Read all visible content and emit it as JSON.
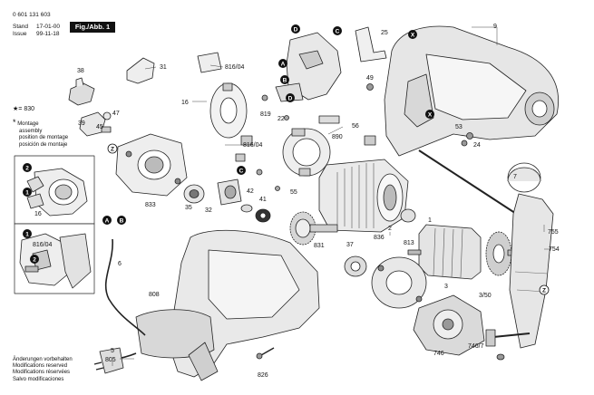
{
  "header": {
    "doc_number": "0 601 131 603",
    "stand_label": "Stand",
    "stand_value": "17-01-00",
    "issue_label": "Issue",
    "issue_value": "99-11-18",
    "figure_label": "Fig./Abb. 1"
  },
  "legend": {
    "star_830": "= 830",
    "montage": [
      "Montage",
      "assembly",
      "position de montage",
      "posición de montaje"
    ]
  },
  "footer_notes": [
    "Änderungen vorbehalten",
    "Modifications reserved",
    "Modifications réservées",
    "Salvo modificaciones"
  ],
  "part_labels": [
    {
      "id": "p38",
      "text": "38"
    },
    {
      "id": "p31",
      "text": "31"
    },
    {
      "id": "p816_04a",
      "text": "816/04"
    },
    {
      "id": "p16a",
      "text": "16"
    },
    {
      "id": "p25",
      "text": "25"
    },
    {
      "id": "p9",
      "text": "9"
    },
    {
      "id": "p49",
      "text": "49"
    },
    {
      "id": "p819",
      "text": "819"
    },
    {
      "id": "p22",
      "text": "22"
    },
    {
      "id": "p47",
      "text": "47"
    },
    {
      "id": "p39",
      "text": "39"
    },
    {
      "id": "p45",
      "text": "45"
    },
    {
      "id": "p816_04b",
      "text": "816/04"
    },
    {
      "id": "p56",
      "text": "56"
    },
    {
      "id": "p890",
      "text": "890"
    },
    {
      "id": "p53",
      "text": "53"
    },
    {
      "id": "p24",
      "text": "24"
    },
    {
      "id": "p7",
      "text": "7"
    },
    {
      "id": "p16b",
      "text": "16"
    },
    {
      "id": "p833",
      "text": "833"
    },
    {
      "id": "p35",
      "text": "35"
    },
    {
      "id": "p32",
      "text": "32"
    },
    {
      "id": "p42",
      "text": "42"
    },
    {
      "id": "p41",
      "text": "41"
    },
    {
      "id": "p55",
      "text": "55"
    },
    {
      "id": "p2",
      "text": "2"
    },
    {
      "id": "p1",
      "text": "1"
    },
    {
      "id": "p755",
      "text": "755"
    },
    {
      "id": "p754",
      "text": "754"
    },
    {
      "id": "p831",
      "text": "831"
    },
    {
      "id": "p37",
      "text": "37"
    },
    {
      "id": "p836",
      "text": "836"
    },
    {
      "id": "p813",
      "text": "813"
    },
    {
      "id": "p816_04c",
      "text": "816/04"
    },
    {
      "id": "p6",
      "text": "6"
    },
    {
      "id": "p808",
      "text": "808"
    },
    {
      "id": "p3",
      "text": "3"
    },
    {
      "id": "p3_50",
      "text": "3/50"
    },
    {
      "id": "p5",
      "text": "5"
    },
    {
      "id": "p805",
      "text": "805"
    },
    {
      "id": "p826",
      "text": "826"
    },
    {
      "id": "p746_7",
      "text": "746/7"
    },
    {
      "id": "p746",
      "text": "746"
    }
  ],
  "callouts": [
    {
      "id": "cA_top",
      "text": "A"
    },
    {
      "id": "cB_top",
      "text": "B"
    },
    {
      "id": "cC_top",
      "text": "C"
    },
    {
      "id": "cD_top",
      "text": "D"
    },
    {
      "id": "cC_mid",
      "text": "C"
    },
    {
      "id": "cD_mid",
      "text": "D"
    },
    {
      "id": "cZ_left",
      "text": "Z"
    },
    {
      "id": "cZ_right",
      "text": "Z"
    },
    {
      "id": "cX_top",
      "text": "X"
    },
    {
      "id": "cX_mid",
      "text": "X"
    },
    {
      "id": "cA_left",
      "text": "A"
    },
    {
      "id": "cB_left",
      "text": "B"
    },
    {
      "id": "c2_inset",
      "text": "2"
    },
    {
      "id": "c1_inset",
      "text": "1"
    },
    {
      "id": "c1_inset2",
      "text": "1"
    },
    {
      "id": "c2_inset2",
      "text": "2"
    }
  ]
}
